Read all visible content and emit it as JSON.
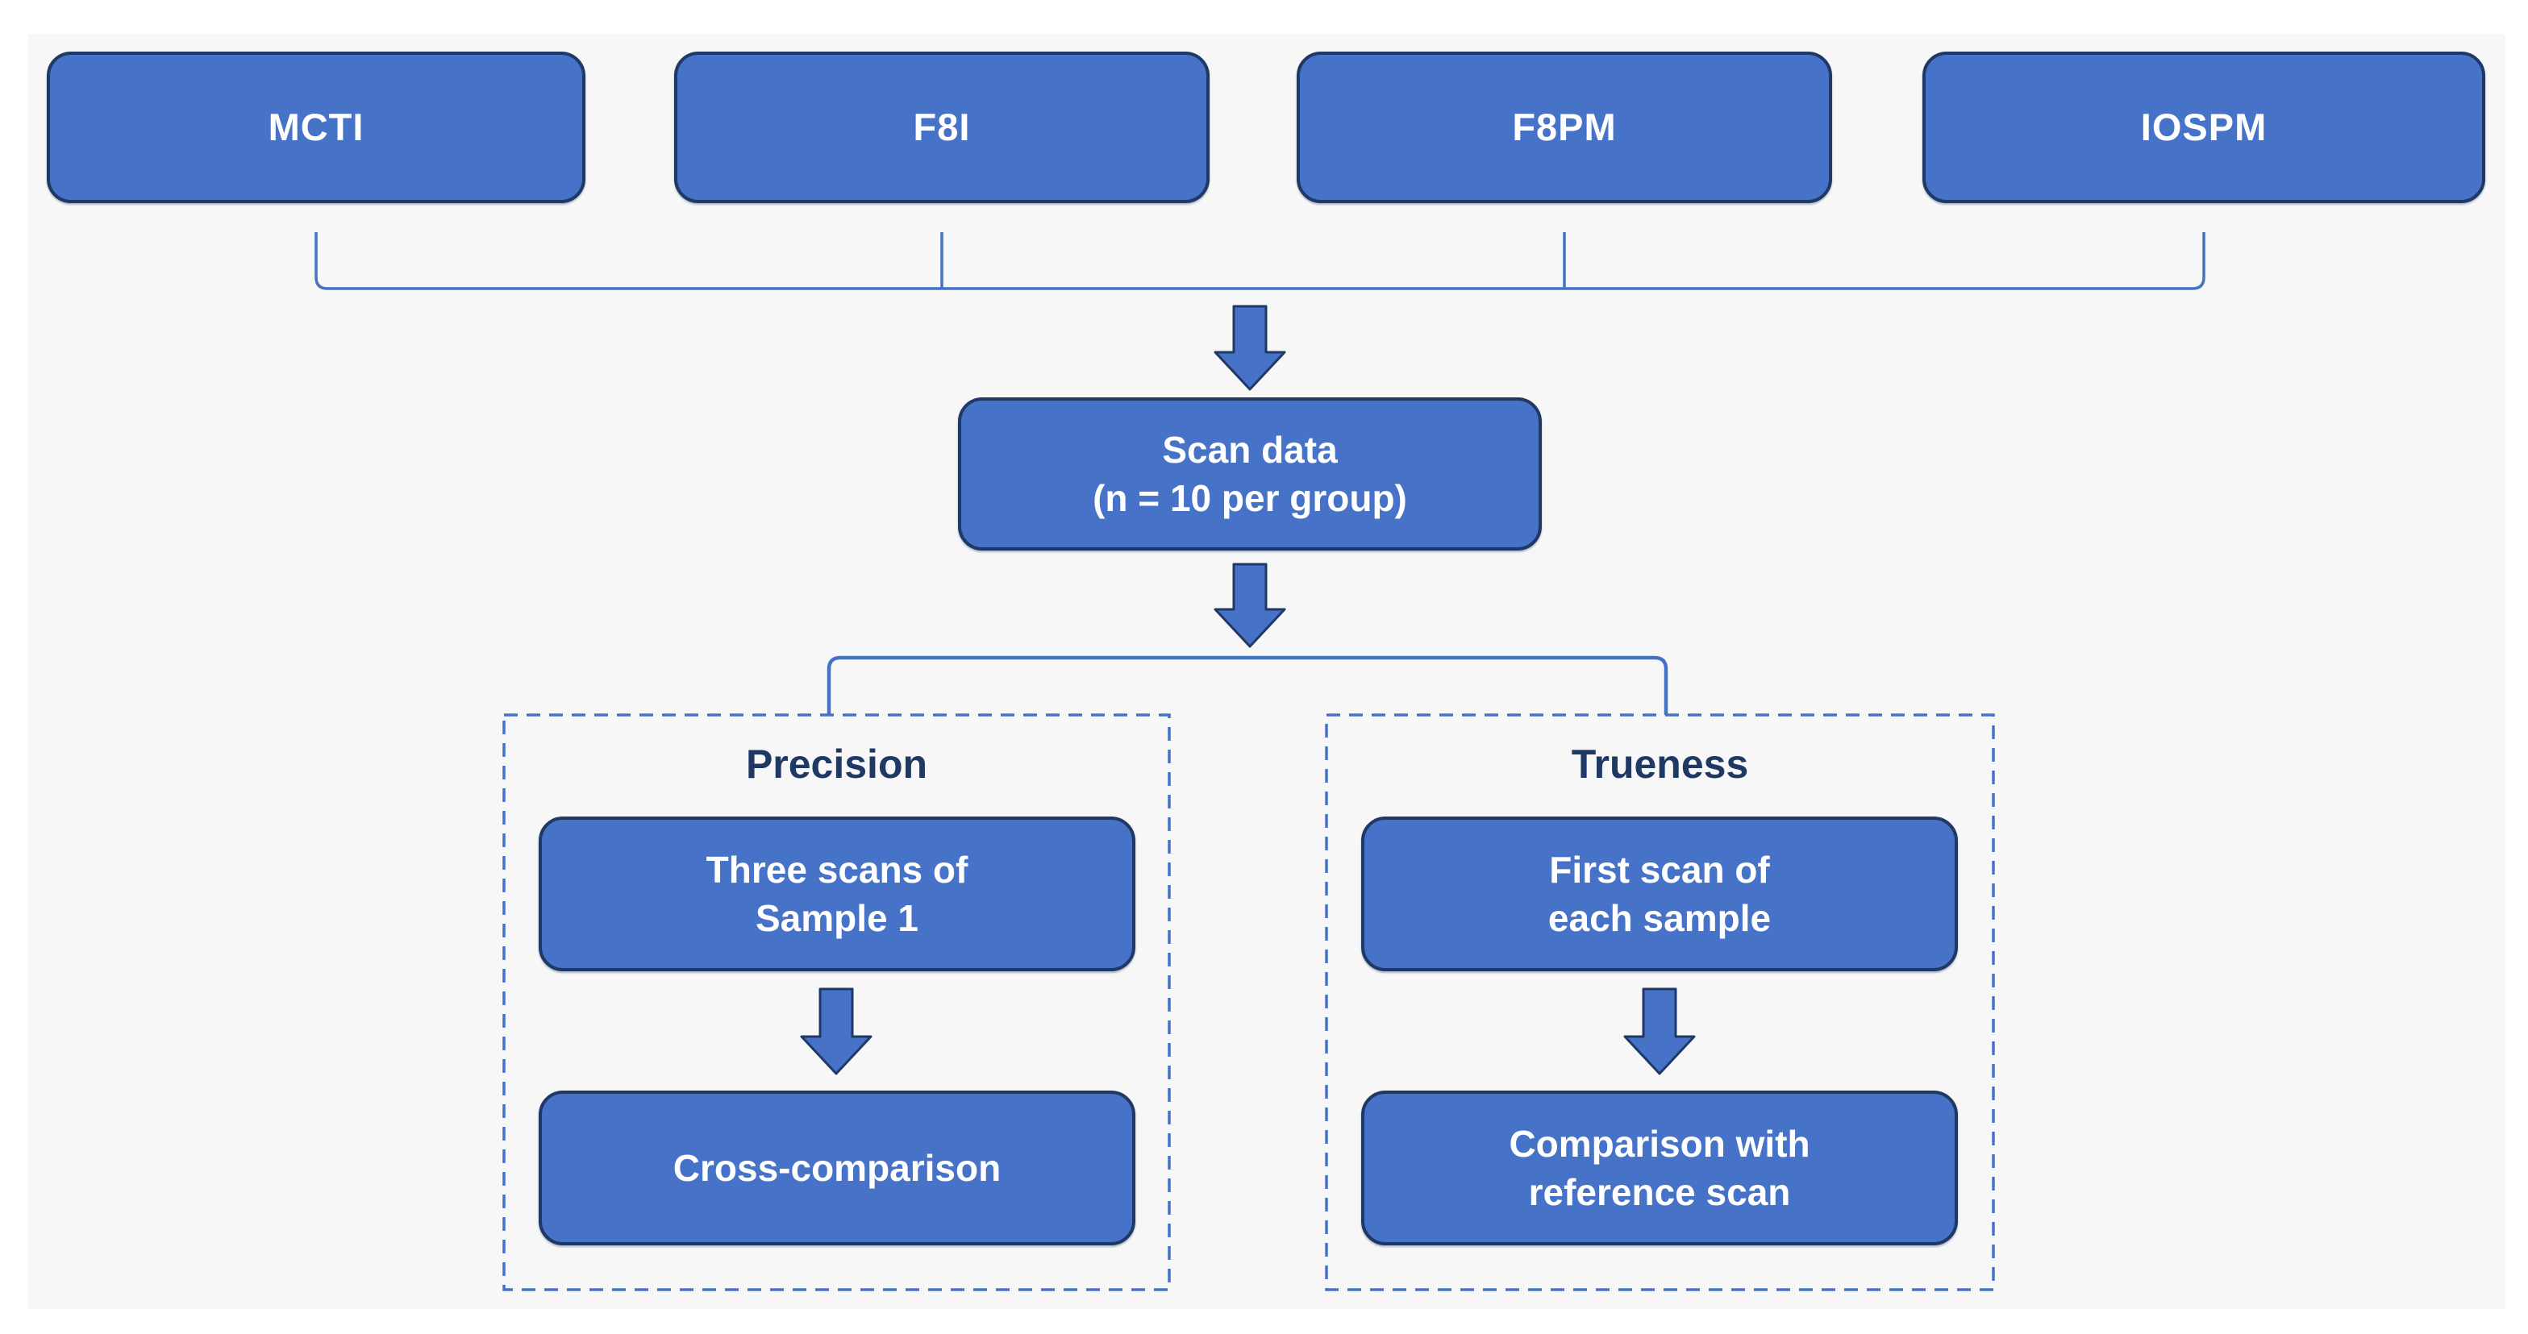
{
  "figure": {
    "groups": [
      {
        "label": "MCTI"
      },
      {
        "label": "F8I"
      },
      {
        "label": "F8PM"
      },
      {
        "label": "IOSPM"
      }
    ],
    "scan_box": {
      "lines": [
        "Scan data",
        "(n = 10 per group)"
      ]
    },
    "branches": [
      {
        "title": "Precision",
        "steps": [
          {
            "lines": [
              "Three scans of",
              "Sample 1"
            ]
          },
          {
            "lines": [
              "Cross-comparison"
            ]
          }
        ]
      },
      {
        "title": "Trueness",
        "steps": [
          {
            "lines": [
              "First scan of",
              "each sample"
            ]
          },
          {
            "lines": [
              "Comparison with",
              "reference scan"
            ]
          }
        ]
      }
    ],
    "colors": {
      "node_fill": "#4672C8",
      "node_border": "#1F3864",
      "connector": "#4472C4",
      "heading_text": "#1F3864",
      "node_text": "#FFFFFF",
      "panel_background": "#F7F7F8"
    }
  }
}
